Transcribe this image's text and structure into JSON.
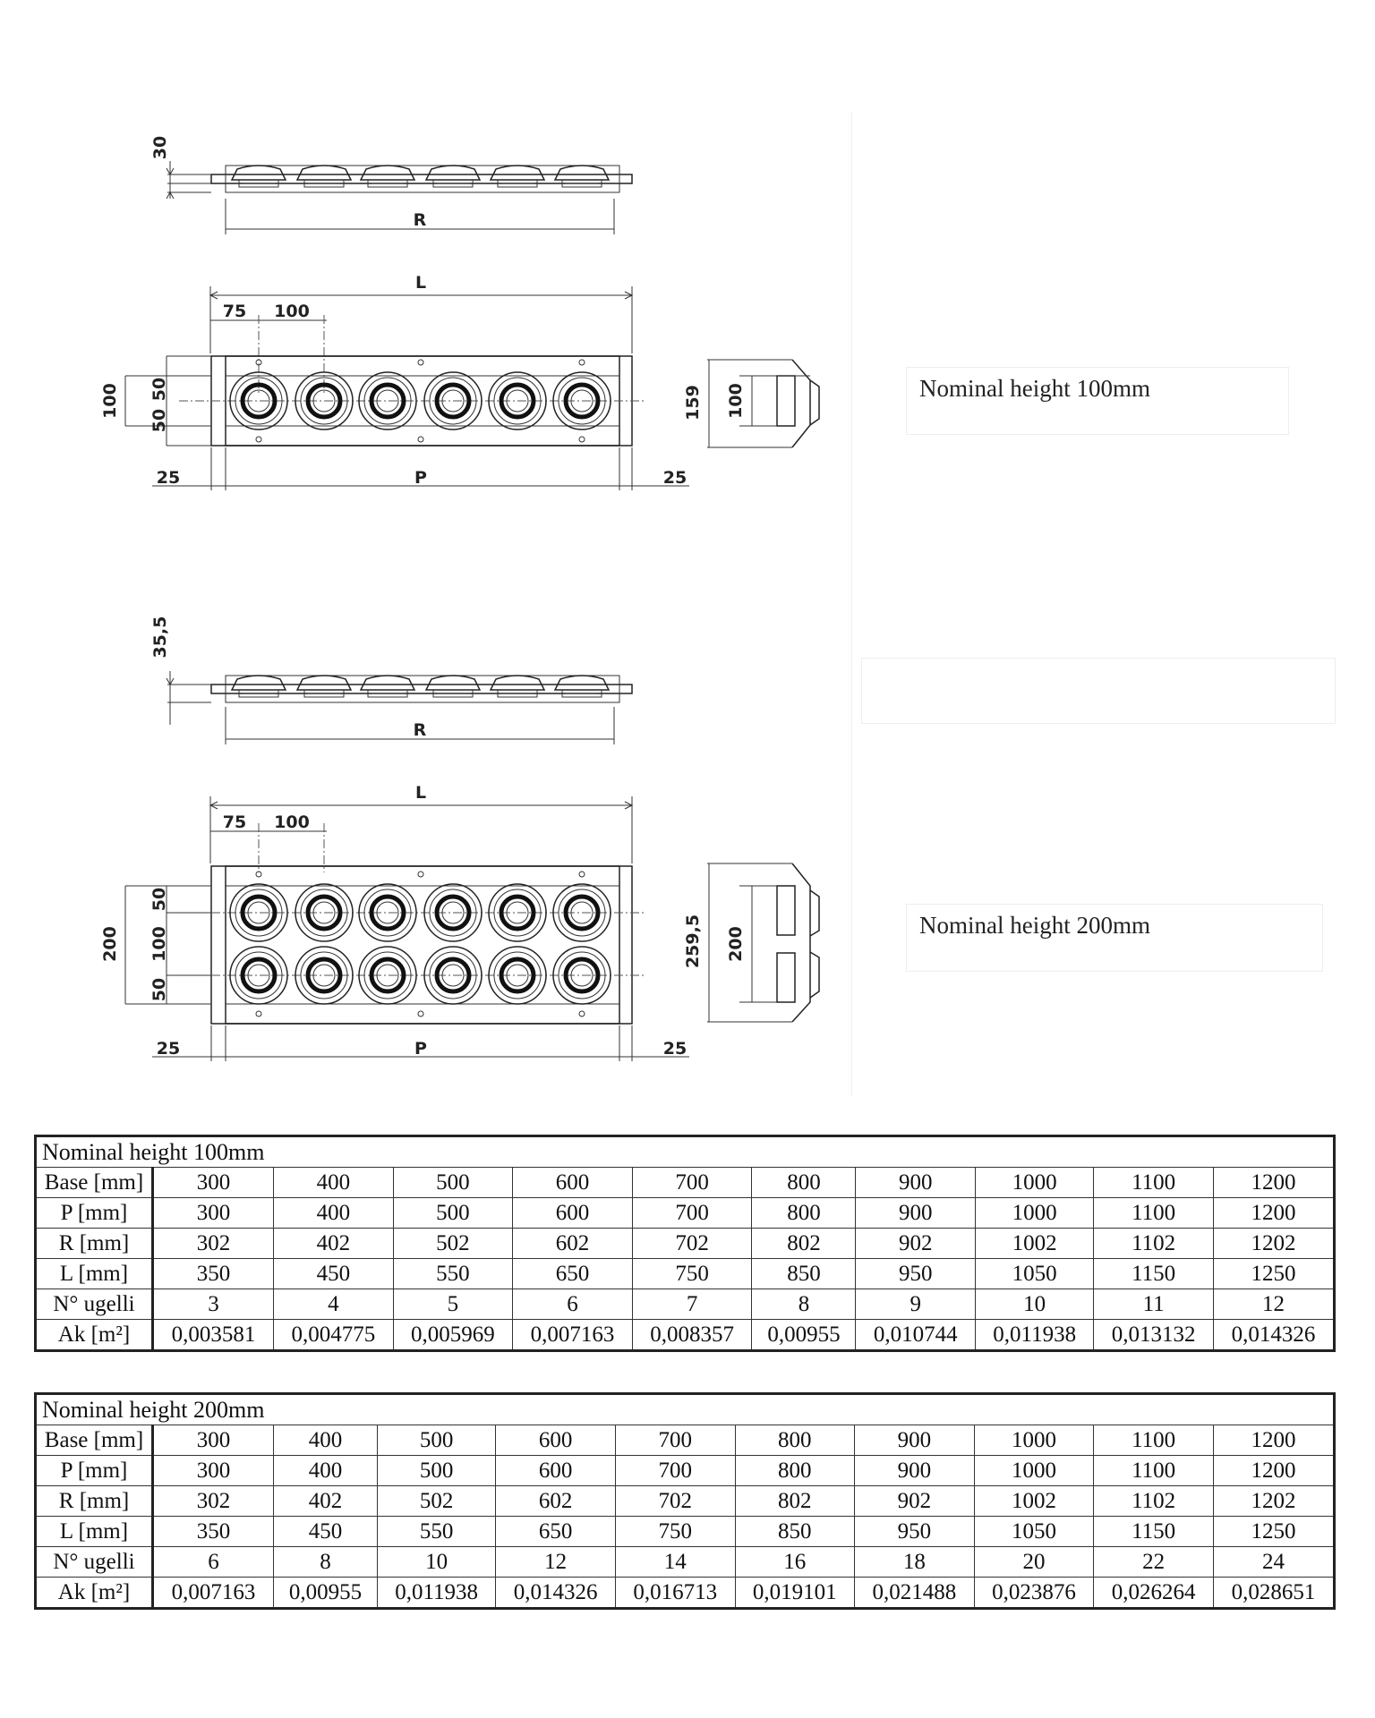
{
  "drawing_labels": {
    "top_height_100": "30",
    "top_height_200": "35,5",
    "R": "R",
    "L": "L",
    "P": "P",
    "offset_75": "75",
    "pitch_100": "100",
    "overall_100": "100",
    "overall_200": "200",
    "half_50": "50",
    "side_25": "25",
    "side_height_100": "159",
    "side_height_200": "259,5",
    "side_inner_100": "100",
    "side_inner_200": "200"
  },
  "captions": {
    "h100": "Nominal height 100mm",
    "h200": "Nominal height 200mm"
  },
  "tables": [
    {
      "caption": "Nominal height 100mm",
      "rows": [
        {
          "label": "Base [mm]",
          "values": [
            "300",
            "400",
            "500",
            "600",
            "700",
            "800",
            "900",
            "1000",
            "1100",
            "1200"
          ]
        },
        {
          "label": "P [mm]",
          "values": [
            "300",
            "400",
            "500",
            "600",
            "700",
            "800",
            "900",
            "1000",
            "1100",
            "1200"
          ]
        },
        {
          "label": "R [mm]",
          "values": [
            "302",
            "402",
            "502",
            "602",
            "702",
            "802",
            "902",
            "1002",
            "1102",
            "1202"
          ]
        },
        {
          "label": "L [mm]",
          "values": [
            "350",
            "450",
            "550",
            "650",
            "750",
            "850",
            "950",
            "1050",
            "1150",
            "1250"
          ]
        },
        {
          "label": "N° ugelli",
          "values": [
            "3",
            "4",
            "5",
            "6",
            "7",
            "8",
            "9",
            "10",
            "11",
            "12"
          ]
        },
        {
          "label": "Ak [m²]",
          "values": [
            "0,003581",
            "0,004775",
            "0,005969",
            "0,007163",
            "0,008357",
            "0,00955",
            "0,010744",
            "0,011938",
            "0,013132",
            "0,014326"
          ]
        }
      ]
    },
    {
      "caption": "Nominal height 200mm",
      "rows": [
        {
          "label": "Base [mm]",
          "values": [
            "300",
            "400",
            "500",
            "600",
            "700",
            "800",
            "900",
            "1000",
            "1100",
            "1200"
          ]
        },
        {
          "label": "P [mm]",
          "values": [
            "300",
            "400",
            "500",
            "600",
            "700",
            "800",
            "900",
            "1000",
            "1100",
            "1200"
          ]
        },
        {
          "label": "R [mm]",
          "values": [
            "302",
            "402",
            "502",
            "602",
            "702",
            "802",
            "902",
            "1002",
            "1102",
            "1202"
          ]
        },
        {
          "label": "L [mm]",
          "values": [
            "350",
            "450",
            "550",
            "650",
            "750",
            "850",
            "950",
            "1050",
            "1150",
            "1250"
          ]
        },
        {
          "label": "N° ugelli",
          "values": [
            "6",
            "8",
            "10",
            "12",
            "14",
            "16",
            "18",
            "20",
            "22",
            "24"
          ]
        },
        {
          "label": "Ak [m²]",
          "values": [
            "0,007163",
            "0,00955",
            "0,011938",
            "0,014326",
            "0,016713",
            "0,019101",
            "0,021488",
            "0,023876",
            "0,026264",
            "0,028651"
          ]
        }
      ]
    }
  ]
}
